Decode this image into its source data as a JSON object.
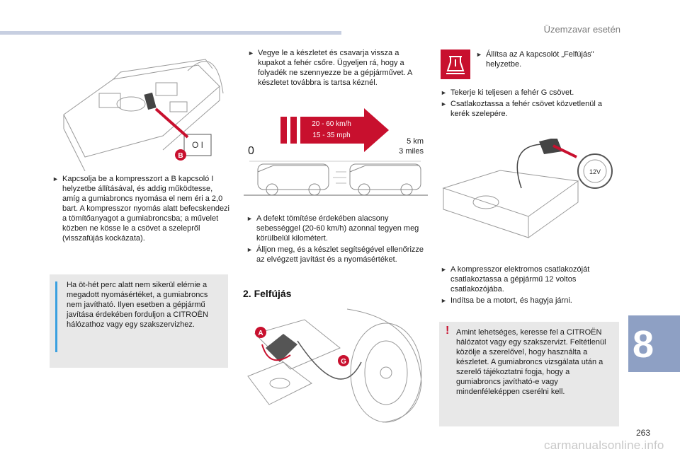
{
  "header": {
    "section_title": "Üzemzavar esetén",
    "chapter_number": "8",
    "page_number": "263"
  },
  "watermark": "carmanualsonline.info",
  "col1": {
    "callout_label": "B",
    "bullet": "Kapcsolja be a kompresszort a B kapcsoló I helyzetbe állításával, és addig működtesse, amíg a gumiabroncs nyomása el nem éri a 2,0 bart. A kompresszor nyomás alatt befecskendezi a tömítőanyagot a gumiabroncsba; a művelet közben ne kösse le a csövet a szelepről (visszafújás kockázata).",
    "info_note": "Ha öt-hét perc alatt nem sikerül elérnie a megadott nyomásértéket, a gumiabroncs nem javítható. Ilyen esetben a gépjármű javítása érdekében forduljon a CITROËN hálózathoz vagy egy szakszervizhez."
  },
  "col2": {
    "bullet_top": "Vegye le a készletet és csavarja vissza a kupakot a fehér csőre. Ügyeljen rá, hogy a folyadék ne szennyezze be a gépjárművet. A készletet továbbra is tartsa kéznél.",
    "speed_label_kmh": "20 - 60 km/h",
    "speed_label_mph": "15 - 35 mph",
    "start_label": "0",
    "distance_km": "5 km",
    "distance_miles": "3 miles",
    "bullet_a": "A defekt tömítése érdekében alacsony sebességgel (20-60 km/h) azonnal tegyen meg körülbelül kilométert.",
    "bullet_b": "Álljon meg, és a készlet segítségével ellenőrizze az elvégzett javítást és a nyomásértéket.",
    "heading": "2. Felfújás",
    "callout_a": "A",
    "callout_g": "G"
  },
  "col3": {
    "bullet_top": "Állítsa az A kapcsolót „Felfújás\" helyzetbe.",
    "bullet_b1": "Tekerje ki teljesen a fehér G csövet.",
    "bullet_b2": "Csatlakoztassa a fehér csövet közvetlenül a kerék szelepére.",
    "socket_label": "12V",
    "bullet_c1": "A kompresszor elektromos csatlakozóját csatlakoztassa a gépjármű 12 voltos csatlakozójába.",
    "bullet_c2": "Indítsa be a motort, és hagyja járni.",
    "warning_note": "Amint lehetséges, keresse fel a CITROËN hálózatot vagy egy szakszervizt. Feltétlenül közölje a szerelővel, hogy használta a készletet. A gumiabroncs vizsgálata után a szerelő tájékoztatni fogja, hogy a gumiabroncs javítható-e vagy mindenféleképpen cserélni kell."
  },
  "colors": {
    "accent_blue": "#8ea0c4",
    "info_blue": "#3aa0e0",
    "warning_red": "#c8102e",
    "note_bg": "#e8e8e8"
  }
}
